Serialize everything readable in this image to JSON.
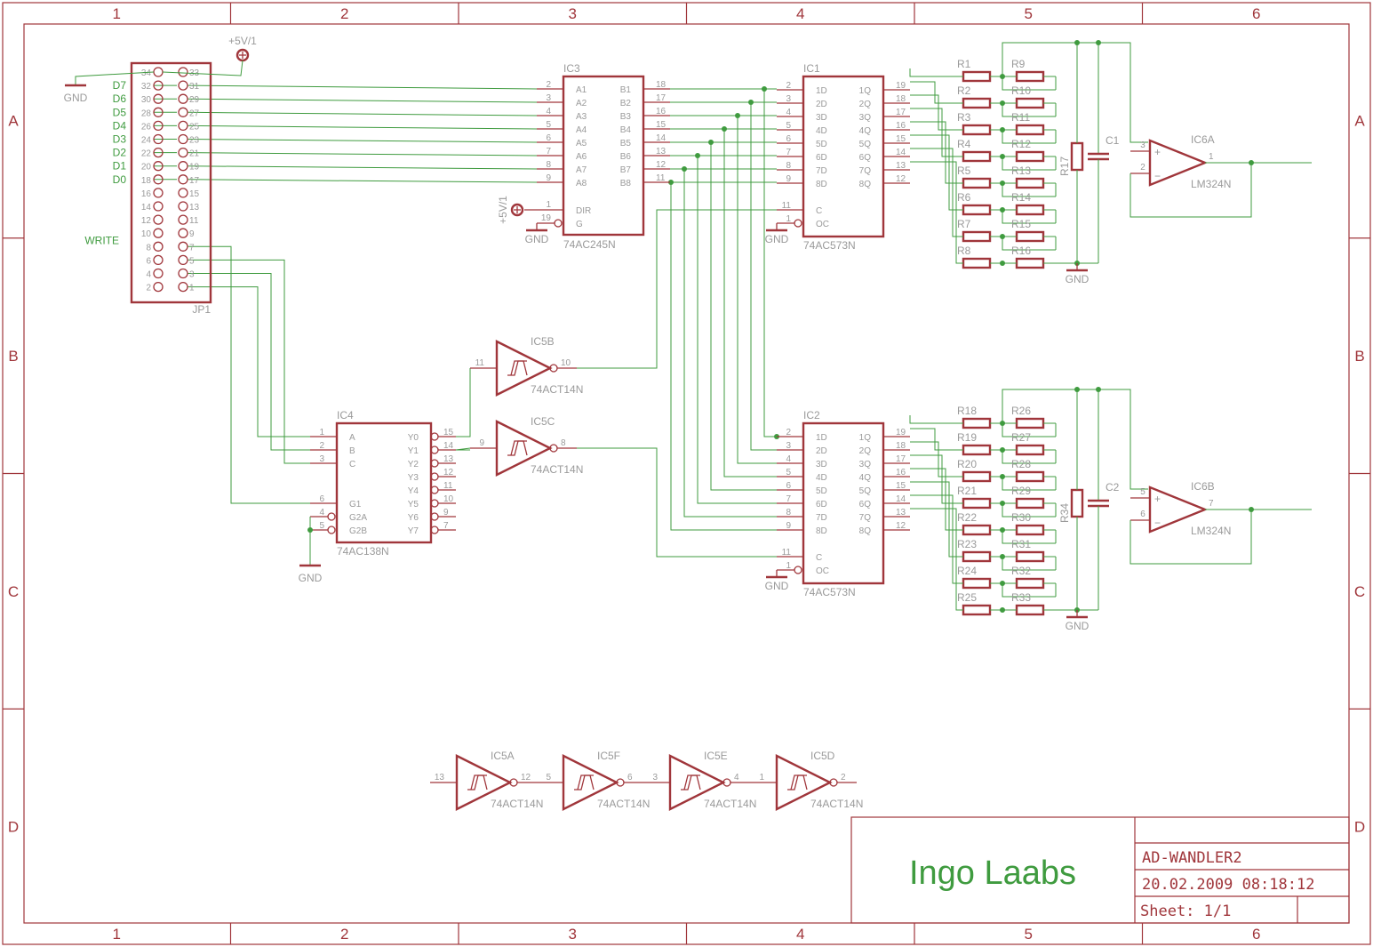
{
  "ruler": {
    "columns": [
      "1",
      "2",
      "3",
      "4",
      "5",
      "6"
    ],
    "rows": [
      "A",
      "B",
      "C",
      "D"
    ]
  },
  "title_block": {
    "author": "Ingo Laabs",
    "project": "AD-WANDLER2",
    "datetime": "20.02.2009 08:18:12",
    "sheet": "Sheet: 1/1"
  },
  "connector": {
    "name": "JP1",
    "supply": "+5V/1",
    "gnd": "GND",
    "left_pins": [
      "34",
      "32",
      "30",
      "28",
      "26",
      "24",
      "22",
      "20",
      "18",
      "16",
      "14",
      "12",
      "10",
      "8",
      "6",
      "4",
      "2"
    ],
    "right_pins": [
      "33",
      "31",
      "29",
      "27",
      "25",
      "23",
      "21",
      "19",
      "17",
      "15",
      "13",
      "11",
      "9",
      "7",
      "5",
      "3",
      "1"
    ],
    "data_labels": [
      "D7",
      "D6",
      "D5",
      "D4",
      "D3",
      "D2",
      "D1",
      "D0"
    ],
    "write_label": "WRITE"
  },
  "ic3": {
    "name": "IC3",
    "value": "74AC245N",
    "a_pins": [
      "A1",
      "A2",
      "A3",
      "A4",
      "A5",
      "A6",
      "A7",
      "A8"
    ],
    "b_pins": [
      "B1",
      "B2",
      "B3",
      "B4",
      "B5",
      "B6",
      "B7",
      "B8"
    ],
    "a_nums": [
      "2",
      "3",
      "4",
      "5",
      "6",
      "7",
      "8",
      "9"
    ],
    "b_nums": [
      "18",
      "17",
      "16",
      "15",
      "14",
      "13",
      "12",
      "11"
    ],
    "dir": "DIR",
    "g": "G",
    "dir_num": "1",
    "g_num": "19",
    "supply": "+5V/1",
    "gnd": "GND"
  },
  "latch_in_pins": [
    "1D",
    "2D",
    "3D",
    "4D",
    "5D",
    "6D",
    "7D",
    "8D"
  ],
  "latch_out_pins": [
    "1Q",
    "2Q",
    "3Q",
    "4Q",
    "5Q",
    "6Q",
    "7Q",
    "8Q"
  ],
  "latch_in_nums": [
    "2",
    "3",
    "4",
    "5",
    "6",
    "7",
    "8",
    "9"
  ],
  "latch_out_nums": [
    "19",
    "18",
    "17",
    "16",
    "15",
    "14",
    "13",
    "12"
  ],
  "latch_c": "C",
  "latch_oc": "OC",
  "latch_c_num": "11",
  "latch_oc_num": "1",
  "ic1": {
    "name": "IC1",
    "value": "74AC573N",
    "gnd": "GND"
  },
  "ic2": {
    "name": "IC2",
    "value": "74AC573N",
    "gnd": "GND"
  },
  "ladder1": {
    "series": [
      "R1",
      "R2",
      "R3",
      "R4",
      "R5",
      "R6",
      "R7",
      "R8"
    ],
    "shunt": [
      "R9",
      "R10",
      "R11",
      "R12",
      "R13",
      "R14",
      "R15",
      "R16"
    ],
    "load": "R17",
    "cap": "C1",
    "gnd": "GND"
  },
  "ladder2": {
    "series": [
      "R18",
      "R19",
      "R20",
      "R21",
      "R22",
      "R23",
      "R24",
      "R25"
    ],
    "shunt": [
      "R26",
      "R27",
      "R28",
      "R29",
      "R30",
      "R31",
      "R32",
      "R33"
    ],
    "load": "R34",
    "cap": "C2",
    "gnd": "GND"
  },
  "opamp_a": {
    "name": "IC6A",
    "value": "LM324N",
    "plus": "+",
    "minus": "−",
    "pin_plus": "3",
    "pin_minus": "2",
    "pin_out": "1"
  },
  "opamp_b": {
    "name": "IC6B",
    "value": "LM324N",
    "plus": "+",
    "minus": "−",
    "pin_plus": "5",
    "pin_minus": "6",
    "pin_out": "7"
  },
  "ic4": {
    "name": "IC4",
    "value": "74AC138N",
    "in_pins": [
      "A",
      "B",
      "C"
    ],
    "in_nums": [
      "1",
      "2",
      "3"
    ],
    "g_pins": [
      "G1",
      "G2A",
      "G2B"
    ],
    "g_nums": [
      "6",
      "4",
      "5"
    ],
    "out_pins": [
      "Y0",
      "Y1",
      "Y2",
      "Y3",
      "Y4",
      "Y5",
      "Y6",
      "Y7"
    ],
    "out_nums": [
      "15",
      "14",
      "13",
      "12",
      "11",
      "10",
      "9",
      "7"
    ],
    "gnd": "GND"
  },
  "inverters": [
    {
      "name": "IC5B",
      "value": "74ACT14N",
      "in": "11",
      "out": "10"
    },
    {
      "name": "IC5C",
      "value": "74ACT14N",
      "in": "9",
      "out": "8"
    },
    {
      "name": "IC5A",
      "value": "74ACT14N",
      "in": "13",
      "out": "12"
    },
    {
      "name": "IC5F",
      "value": "74ACT14N",
      "in": "5",
      "out": "6"
    },
    {
      "name": "IC5E",
      "value": "74ACT14N",
      "in": "3",
      "out": "4"
    },
    {
      "name": "IC5D",
      "value": "74ACT14N",
      "in": "1",
      "out": "2"
    }
  ],
  "colors": {
    "component": "#a0363b",
    "wire": "#3f9b3f",
    "label": "#9a9a9a"
  }
}
